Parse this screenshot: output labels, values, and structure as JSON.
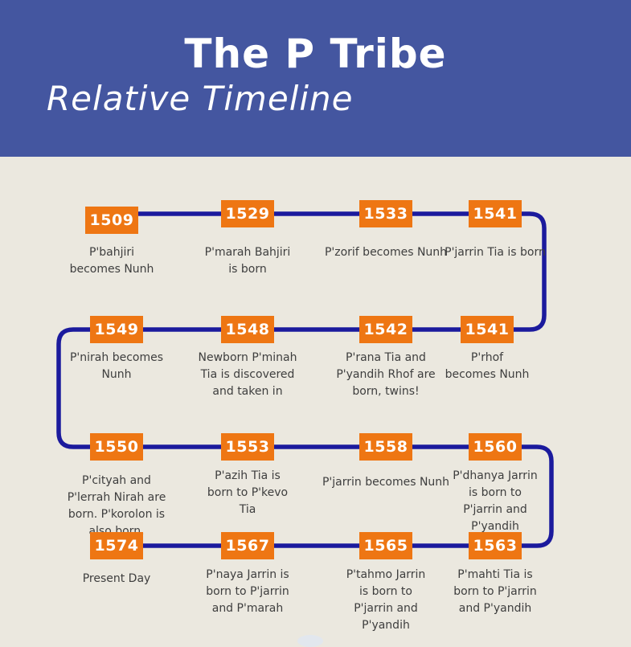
{
  "header": {
    "title": "The P Tribe",
    "subtitle": "Relative Timeline"
  },
  "colors": {
    "header_bg": "#4456a0",
    "header_text": "#ffffff",
    "page_bg": "#ebe8df",
    "line_color": "#1b1a9d",
    "badge_bg": "#ee7613",
    "badge_text": "#ffffff",
    "desc_text": "#3e3e3e"
  },
  "timeline": {
    "rows": [
      {
        "events": [
          {
            "year": "1509",
            "lines": [
              "P'bahjiri",
              "becomes Nunh"
            ]
          },
          {
            "year": "1529",
            "lines": [
              "P'marah Bahjiri",
              "is born"
            ]
          },
          {
            "year": "1533",
            "lines": [
              "P'zorif becomes Nunh"
            ]
          },
          {
            "year": "1541",
            "lines": [
              "P'jarrin Tia is born"
            ]
          }
        ]
      },
      {
        "events": [
          {
            "year": "1549",
            "lines": [
              "P'nirah becomes",
              "Nunh"
            ]
          },
          {
            "year": "1548",
            "lines": [
              "Newborn P'minah",
              "Tia is discovered",
              "and taken in"
            ]
          },
          {
            "year": "1542",
            "lines": [
              "P'rana Tia and",
              "P'yandih Rhof are",
              "born, twins!"
            ]
          },
          {
            "year": "1541",
            "lines": [
              "P'rhof",
              "becomes Nunh"
            ]
          }
        ]
      },
      {
        "events": [
          {
            "year": "1550",
            "lines": [
              "P'cityah and",
              "P'lerrah Nirah are",
              "born. P'korolon is",
              "also born."
            ]
          },
          {
            "year": "1553",
            "lines": [
              "P'azih Tia is",
              "born to P'kevo",
              "Tia"
            ]
          },
          {
            "year": "1558",
            "lines": [
              "P'jarrin becomes Nunh"
            ]
          },
          {
            "year": "1560",
            "lines": [
              "P'dhanya Jarrin",
              "is born to",
              "P'jarrin and",
              "P'yandih"
            ]
          }
        ]
      },
      {
        "events": [
          {
            "year": "1574",
            "lines": [
              "Present Day"
            ]
          },
          {
            "year": "1567",
            "lines": [
              "P'naya Jarrin is",
              "born to P'jarrin",
              "and P'marah"
            ]
          },
          {
            "year": "1565",
            "lines": [
              "P'tahmo Jarrin",
              "is born to",
              "P'jarrin and",
              "P'yandih"
            ]
          },
          {
            "year": "1563",
            "lines": [
              "P'mahti Tia is",
              "born to P'jarrin",
              "and P'yandih"
            ]
          }
        ]
      }
    ]
  }
}
